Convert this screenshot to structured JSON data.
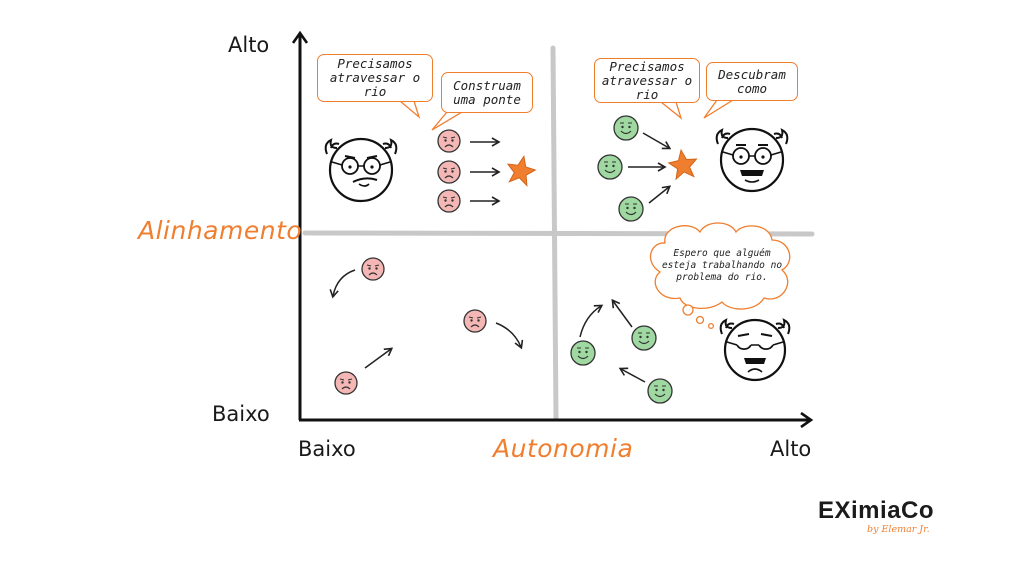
{
  "axes": {
    "y_high": "Alto",
    "y_low": "Baixo",
    "x_low": "Baixo",
    "x_high": "Alto",
    "y_title": "Alinhamento",
    "x_title": "Autonomia"
  },
  "quadrants": {
    "top_left": {
      "bubble_1": "Precisamos atravessar o rio",
      "bubble_2": "Construam uma ponte"
    },
    "top_right": {
      "bubble_1": "Precisamos atravessar o rio",
      "bubble_2": "Descubram como"
    },
    "bottom_right": {
      "thought": "Espero que alguém esteja trabalhando no problema do rio."
    }
  },
  "brand": {
    "name": "EXimiaCo",
    "tagline": "by Elemar Jr."
  },
  "colors": {
    "accent": "#f07e2f",
    "sad_face": "#f4b7b5",
    "happy_face": "#9fd9a1",
    "divider": "#c8c8c8"
  }
}
